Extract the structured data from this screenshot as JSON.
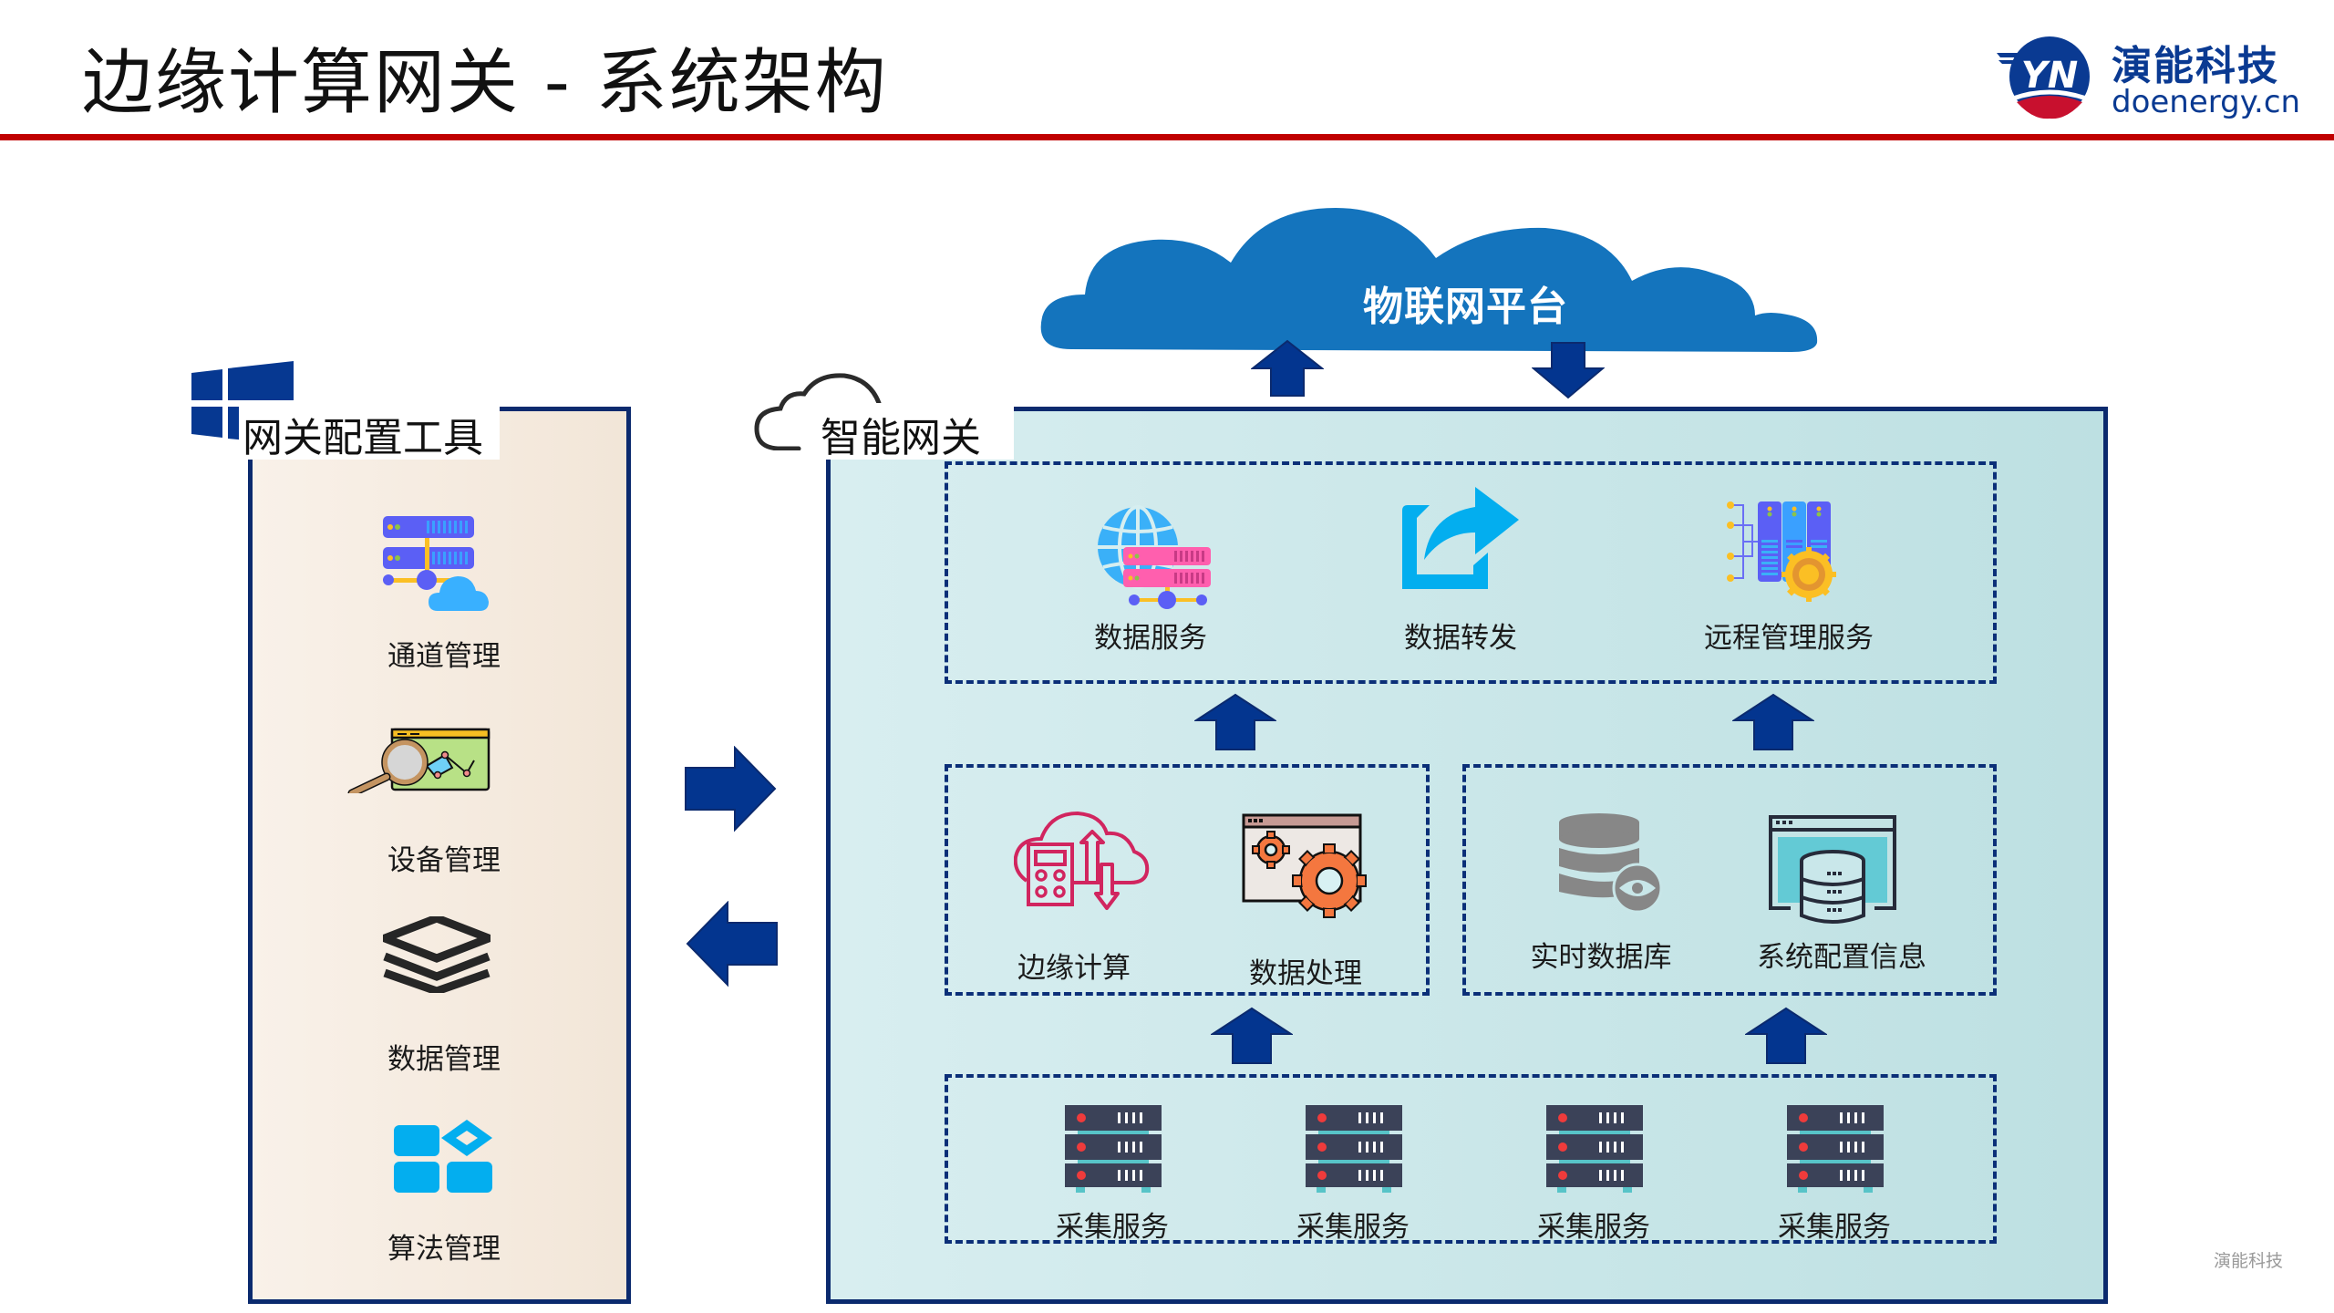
{
  "header": {
    "title": "边缘计算网关 - 系统架构",
    "brand_name": "演能科技",
    "brand_url": "doenergy.cn",
    "logo_letters": "YN"
  },
  "colors": {
    "accent_red": "#c00000",
    "navy": "#0b2a6e",
    "arrow_blue": "#03358f",
    "cloud_blue": "#1474bd"
  },
  "cloud": {
    "label": "物联网平台",
    "icon": "cloud-icon"
  },
  "config_tool": {
    "title": "网关配置工具",
    "icon": "windows-logo-icon",
    "items": [
      {
        "label": "通道管理",
        "icon": "server-cloud-icon"
      },
      {
        "label": "设备管理",
        "icon": "magnifier-chart-icon"
      },
      {
        "label": "数据管理",
        "icon": "layers-icon"
      },
      {
        "label": "算法管理",
        "icon": "app-grid-icon"
      }
    ]
  },
  "gateway": {
    "title": "智能网关",
    "icon": "cloud-outline-icon",
    "top_row": [
      {
        "label": "数据服务",
        "icon": "globe-server-icon"
      },
      {
        "label": "数据转发",
        "icon": "share-icon"
      },
      {
        "label": "远程管理服务",
        "icon": "server-gear-icon"
      }
    ],
    "middle_left": [
      {
        "label": "边缘计算",
        "icon": "cloud-calculator-icon"
      },
      {
        "label": "数据处理",
        "icon": "window-gears-icon"
      }
    ],
    "middle_right": [
      {
        "label": "实时数据库",
        "icon": "database-eye-icon"
      },
      {
        "label": "系统配置信息",
        "icon": "window-database-icon"
      }
    ],
    "bottom_row": [
      {
        "label": "采集服务",
        "icon": "server-rack-icon"
      },
      {
        "label": "采集服务",
        "icon": "server-rack-icon"
      },
      {
        "label": "采集服务",
        "icon": "server-rack-icon"
      },
      {
        "label": "采集服务",
        "icon": "server-rack-icon"
      }
    ]
  },
  "footer": {
    "watermark": "演能科技"
  }
}
